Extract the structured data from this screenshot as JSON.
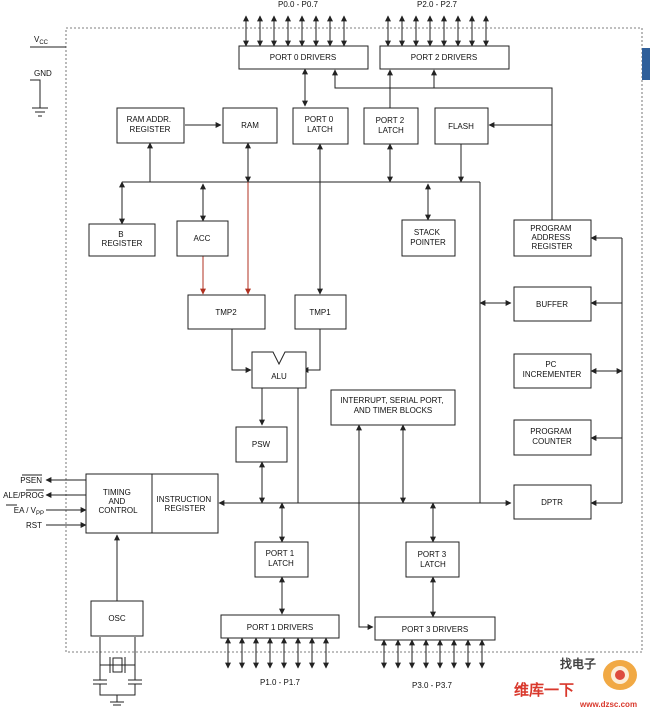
{
  "diagram": {
    "ports": {
      "p0_range": "P0.0 - P0.7",
      "p2_range": "P2.0 - P2.7",
      "p1_range": "P1.0 - P1.7",
      "p3_range": "P3.0 - P3.7"
    },
    "signals": {
      "vcc": "V",
      "vcc_sub": "CC",
      "gnd": "GND",
      "psen": "PSEN",
      "ale": "ALE/PROG",
      "ea": "EA",
      "ea_sep": " / V",
      "ea_sub": "PP",
      "rst": "RST"
    },
    "blocks": {
      "port0_drivers": "PORT 0 DRIVERS",
      "port2_drivers": "PORT 2 DRIVERS",
      "ram_addr_register": [
        "RAM ADDR.",
        "REGISTER"
      ],
      "ram": "RAM",
      "port0_latch": [
        "PORT 0",
        "LATCH"
      ],
      "port2_latch": [
        "PORT 2",
        "LATCH"
      ],
      "flash": "FLASH",
      "b_register": [
        "B",
        "REGISTER"
      ],
      "acc": "ACC",
      "stack_pointer": [
        "STACK",
        "POINTER"
      ],
      "program_address_register": [
        "PROGRAM",
        "ADDRESS",
        "REGISTER"
      ],
      "tmp2": "TMP2",
      "tmp1": "TMP1",
      "buffer": "BUFFER",
      "alu": "ALU",
      "pc_incrementer": [
        "PC",
        "INCREMENTER"
      ],
      "interrupt_blocks": [
        "INTERRUPT, SERIAL PORT,",
        "AND TIMER BLOCKS"
      ],
      "psw": "PSW",
      "program_counter": [
        "PROGRAM",
        "COUNTER"
      ],
      "timing_control": [
        "TIMING",
        "AND",
        "CONTROL"
      ],
      "instruction_register": [
        "INSTRUCTION",
        "REGISTER"
      ],
      "dptr": "DPTR",
      "port1_latch": [
        "PORT 1",
        "LATCH"
      ],
      "port3_latch": [
        "PORT 3",
        "LATCH"
      ],
      "osc": "OSC",
      "port1_drivers": "PORT 1 DRIVERS",
      "port3_drivers": "PORT 3 DRIVERS"
    },
    "watermark": {
      "line1": "维库一下",
      "line2": "www.dzsc.com",
      "logo_text": "找电子"
    },
    "colors": {
      "line": "#222222",
      "accent_tab": "#2f5f9a",
      "watermark_red": "#d9382c",
      "watermark_orange": "#f0a030"
    }
  }
}
